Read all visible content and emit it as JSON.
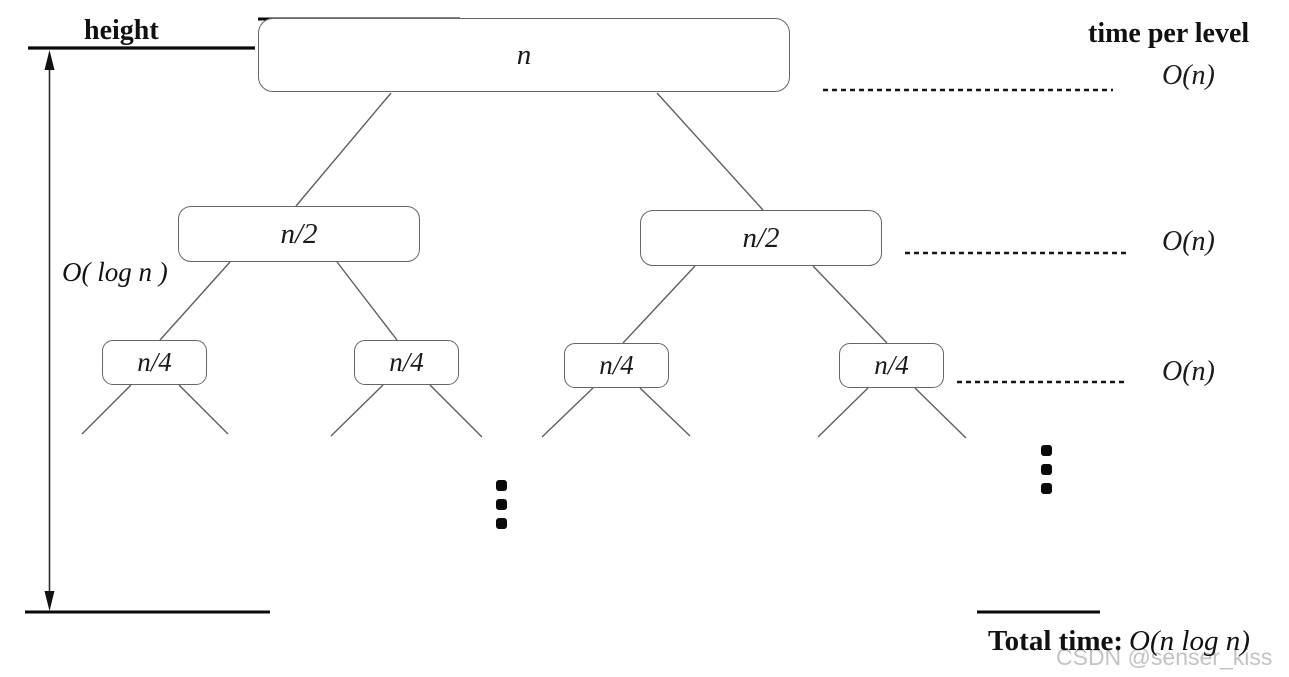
{
  "diagram": {
    "height_label": "height",
    "height_value": "O( log n )",
    "time_per_level_header": "time per level",
    "tree": {
      "root": "n",
      "level2": [
        "n/2",
        "n/2"
      ],
      "level3": [
        "n/4",
        "n/4",
        "n/4",
        "n/4"
      ]
    },
    "level_times": [
      "O(n)",
      "O(n)",
      "O(n)"
    ],
    "total_time_label": "Total time:",
    "total_time_value": "O(n log n)",
    "watermark": "CSDN @senser_kiss"
  }
}
